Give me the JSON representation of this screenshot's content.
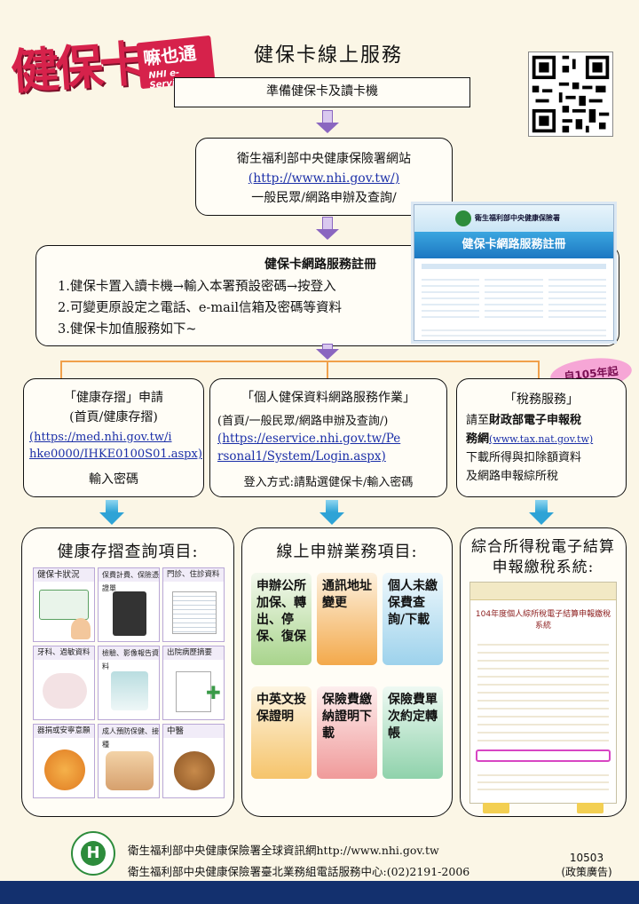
{
  "logo": {
    "main": "健保卡",
    "side": "嘛也通",
    "sub": "NHI e-Services"
  },
  "title": "健保卡線上服務",
  "step1": "準備健保卡及讀卡機",
  "step2": {
    "line1": "衛生福利部中央健康保險署網站",
    "url": "(http://www.nhi.gov.tw/)",
    "line3": "一般民眾/網路申辦及查詢/"
  },
  "step3": {
    "title": "健保卡網路服務註冊",
    "items": [
      "1.健保卡置入讀卡機→輸入本署預設密碼→按登入",
      "2.可變更原設定之電話、e-mail信箱及密碼等資料",
      "3.健保卡加值服務如下~"
    ]
  },
  "screenshot": {
    "org": "衛生福利部中央健康保險署",
    "banner": "健保卡網路服務註冊"
  },
  "badge": "自105年起",
  "col1": {
    "title": "「健康存摺」申請",
    "path": "(首頁/健康存摺)",
    "url": "(https://med.nhi.gov.tw/ihke0000/IHKE0100S01.aspx)",
    "url_a": "(https://med.nhi.gov.tw/i",
    "url_b": "hke0000/IHKE0100S01.aspx)",
    "action": "輸入密碼"
  },
  "col2": {
    "title": "「個人健保資料網路服務作業」",
    "path": "(首頁/一般民眾/網路申辦及查詢/)",
    "url_a": "(https://eservice.nhi.gov.tw/Pe",
    "url_b": "rsonal1/System/Login.aspx)",
    "action": "登入方式:請點選健保卡/輸入密碼"
  },
  "col3": {
    "title": "「稅務服務」",
    "text1": "請至",
    "text1b": "財政部電子申報稅",
    "text2a": "務網",
    "text2url": "(www.tax.nat.gov.tw)",
    "text3": "下載所得與扣除額資料",
    "text4": "及網路申報綜所稅"
  },
  "panel1": {
    "title": "健康存摺查詢項目:",
    "tiles": [
      "健保卡狀況",
      "保費計費、保險憑證單",
      "門診、住診資料",
      "牙科、過敏資料",
      "檢驗、影像報告資料",
      "出院病歷摘要",
      "器捐或安寧意願",
      "成人預防保健、接種",
      "中醫"
    ]
  },
  "panel2": {
    "title": "線上申辦業務項目:",
    "services": [
      "申辦公所加保、轉出、停保、復保",
      "通訊地址變更",
      "個人未繳保費查詢/下載",
      "中英文投保證明",
      "保險費繳納證明下載",
      "保險費單次約定轉帳"
    ]
  },
  "panel3": {
    "title": "綜合所得稅電子結算申報繳稅系統:",
    "screen_title": "104年度個人綜所稅電子結算申報繳稅系統"
  },
  "footer": {
    "line1": "衛生福利部中央健康保險署全球資訊網http://www.nhi.gov.tw",
    "line2": "衛生福利部中央健康保險署臺北業務組電話服務中心:(02)2191-2006",
    "code": "10503",
    "note": "(政策廣告)"
  },
  "colors": {
    "purple": "#8a66c0",
    "blue": "#2ea3d6",
    "orange": "#f0a04b",
    "logo_red": "#d6224b",
    "footer_bar": "#13306e"
  }
}
